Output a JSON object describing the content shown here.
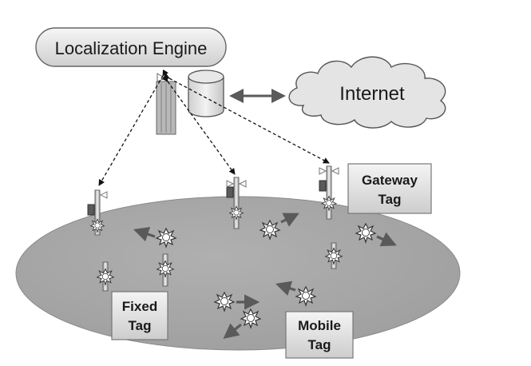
{
  "diagram": {
    "engine_label": "Localization Engine",
    "internet_label": "Internet",
    "gateway_label": [
      "Gateway",
      "Tag"
    ],
    "fixed_label": [
      "Fixed",
      "Tag"
    ],
    "mobile_label": [
      "Mobile",
      "Tag"
    ]
  },
  "colors": {
    "floor": "#a8a8a8",
    "shape_fill": "#e6e6e6",
    "stroke": "#555555",
    "arrow": "#5a5a5a"
  }
}
